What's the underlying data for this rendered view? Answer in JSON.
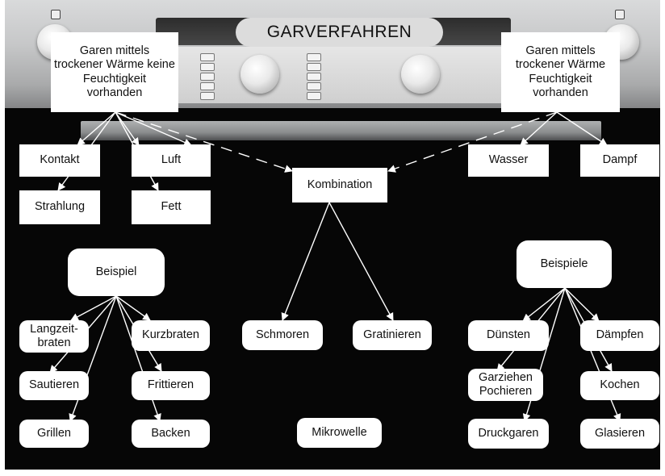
{
  "title": "GARVERFAHREN",
  "groups": {
    "dry": "Garen mittels trockener Wärme keine Feuchtigkeit vorhanden",
    "moist": "Garen mittels trockener Wärme Feuchtigkeit vorhanden"
  },
  "methods": {
    "kontakt": "Kontakt",
    "luft": "Luft",
    "strahlung": "Strahlung",
    "fett": "Fett",
    "kombination": "Kombination",
    "wasser": "Wasser",
    "dampf": "Dampf"
  },
  "examples_headers": {
    "left": "Beispiel",
    "right": "Beispiele"
  },
  "dry_examples": {
    "langzeitbraten": "Langzeit-\nbraten",
    "kurzbraten": "Kurzbraten",
    "sautieren": "Sautieren",
    "frittieren": "Frittieren",
    "grillen": "Grillen",
    "backen": "Backen"
  },
  "combination_examples": {
    "schmoren": "Schmoren",
    "gratinieren": "Gratinieren",
    "mikrowelle": "Mikrowelle"
  },
  "moist_examples": {
    "duensten": "Dünsten",
    "daempfen": "Dämpfen",
    "garziehen": "Garziehen\nPochieren",
    "kochen": "Kochen",
    "druckgaren": "Druckgaren",
    "glasieren": "Glasieren"
  },
  "colors": {
    "background": "#060606",
    "box": "#ffffff",
    "title_pill": "#dcdcdc",
    "arrow": "#ffffff"
  }
}
